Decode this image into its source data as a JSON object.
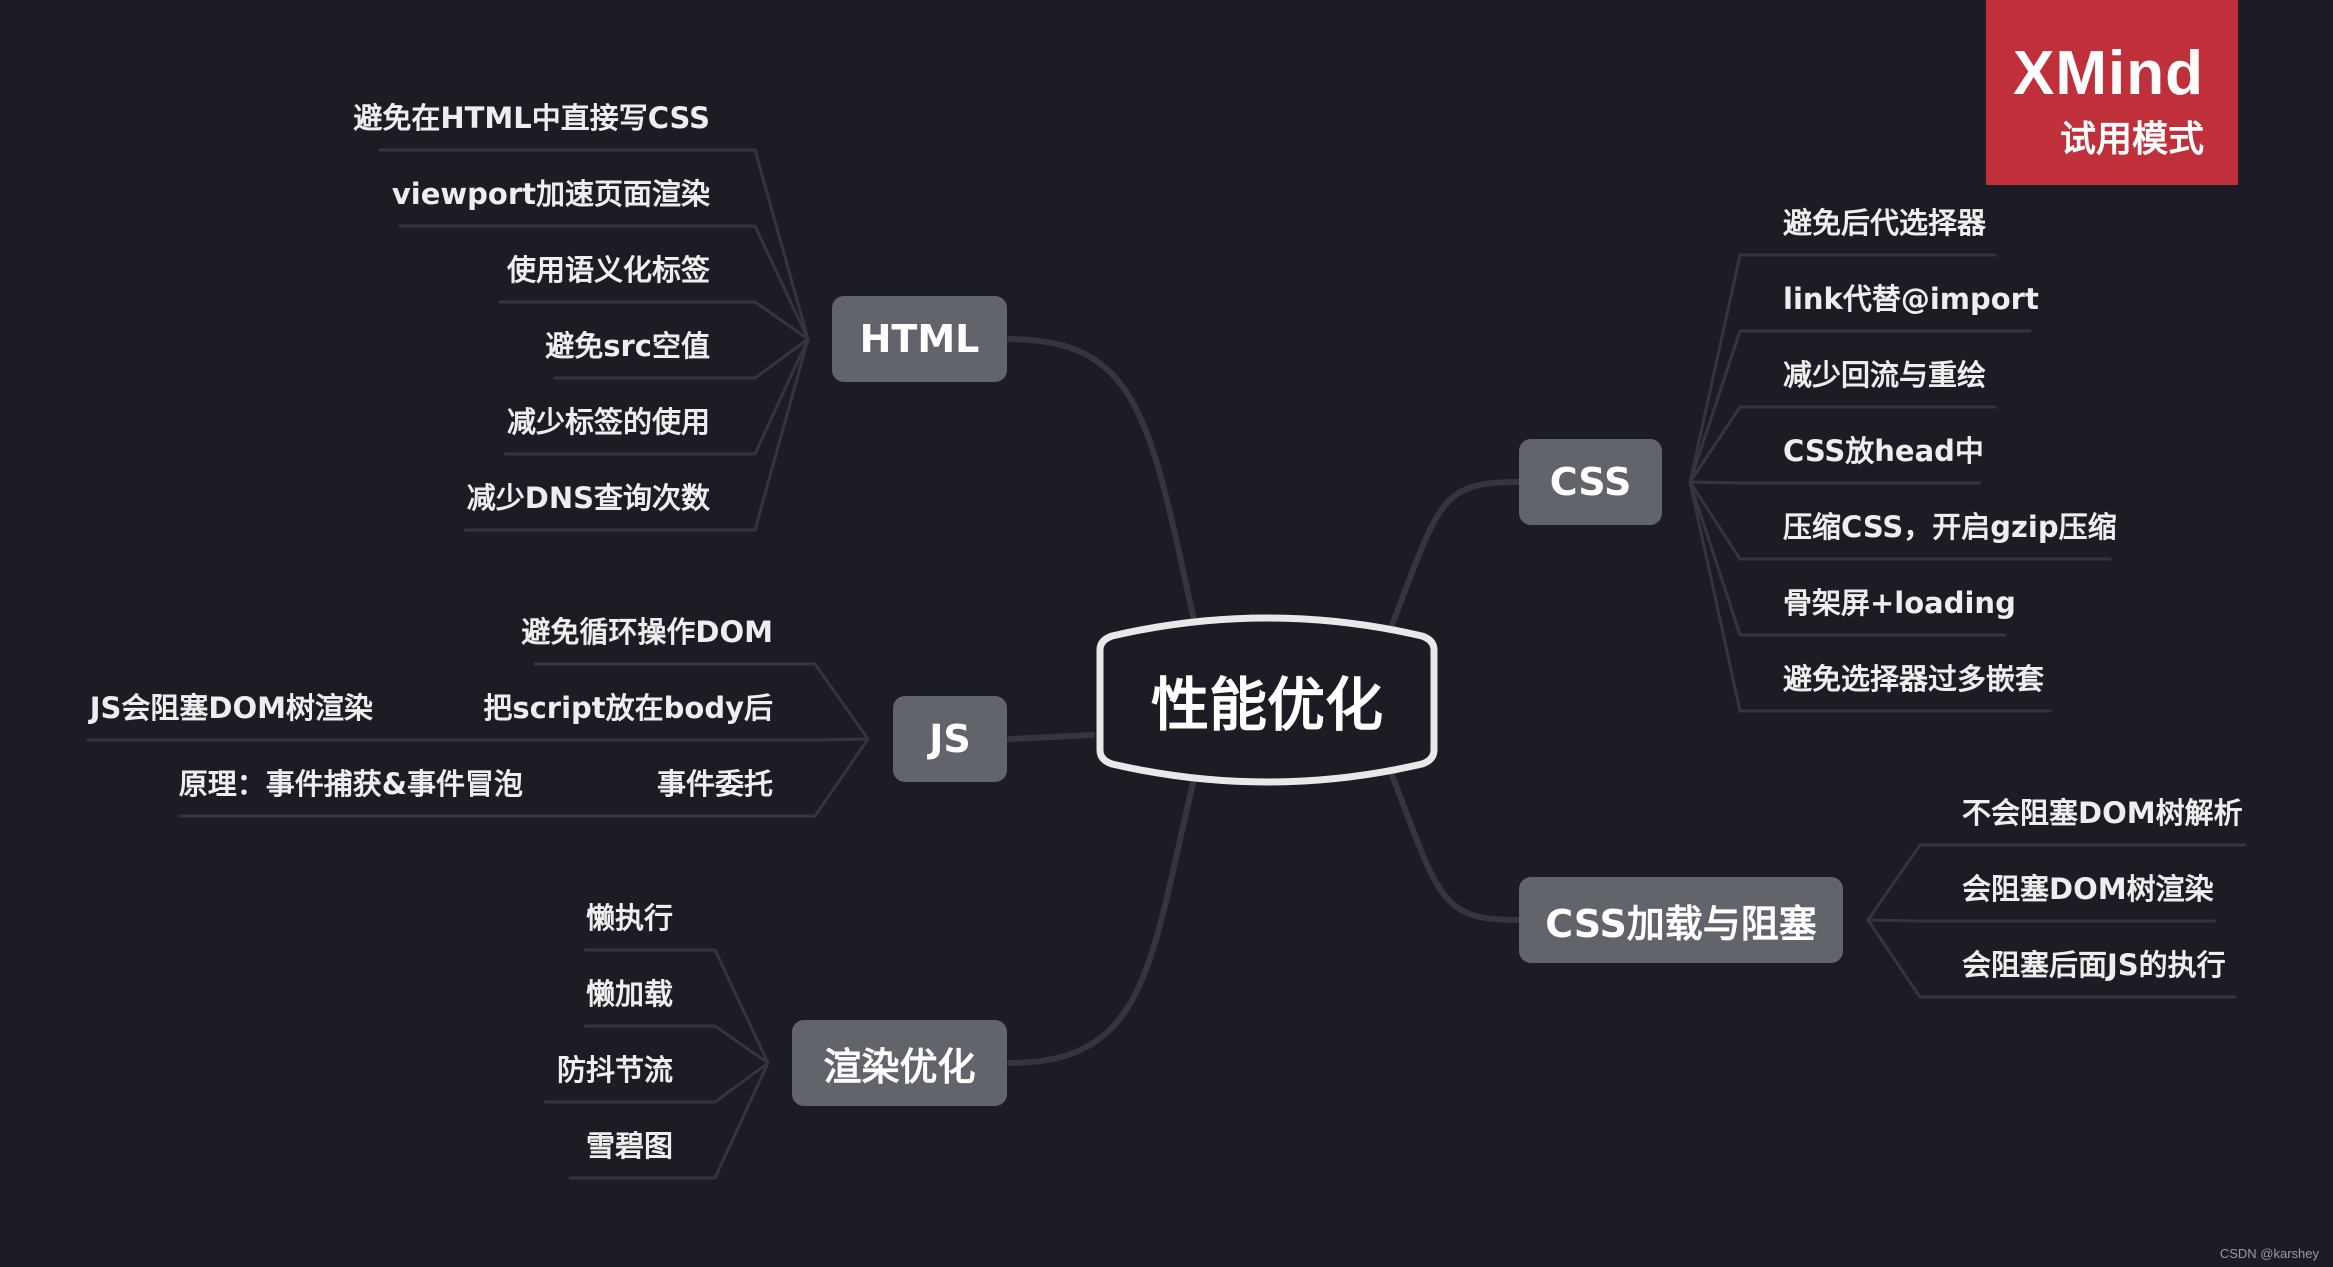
{
  "center": {
    "title": "性能优化"
  },
  "branches": {
    "html": {
      "title": "HTML",
      "items": [
        "避免在HTML中直接写CSS",
        "viewport加速页面渲染",
        "使用语义化标签",
        "避免src空值",
        "减少标签的使用",
        "减少DNS查询次数"
      ]
    },
    "js": {
      "title": "JS",
      "items": [
        "避免循环操作DOM",
        "把script放在body后",
        "事件委托"
      ],
      "sub": {
        "把script放在body后": "JS会阻塞DOM树渲染",
        "事件委托": "原理：事件捕获&事件冒泡"
      }
    },
    "render": {
      "title": "渲染优化",
      "items": [
        "懒执行",
        "懒加载",
        "防抖节流",
        "雪碧图"
      ]
    },
    "css": {
      "title": "CSS",
      "items": [
        "避免后代选择器",
        "link代替@import",
        "减少回流与重绘",
        "CSS放head中",
        "压缩CSS，开启gzip压缩",
        "骨架屏+loading",
        "避免选择器过多嵌套"
      ]
    },
    "cssload": {
      "title": "CSS加载与阻塞",
      "items": [
        "不会阻塞DOM树解析",
        "会阻塞DOM树渲染",
        "会阻塞后面JS的执行"
      ]
    }
  },
  "watermark": {
    "brand": "XMind",
    "mode": "试用模式",
    "color": "#c0303a"
  },
  "credit": "CSDN @karshey",
  "colors": {
    "background": "#1b1c24",
    "node": "#62646c",
    "line": "#34353d",
    "center_border": "#e8e8e8"
  }
}
